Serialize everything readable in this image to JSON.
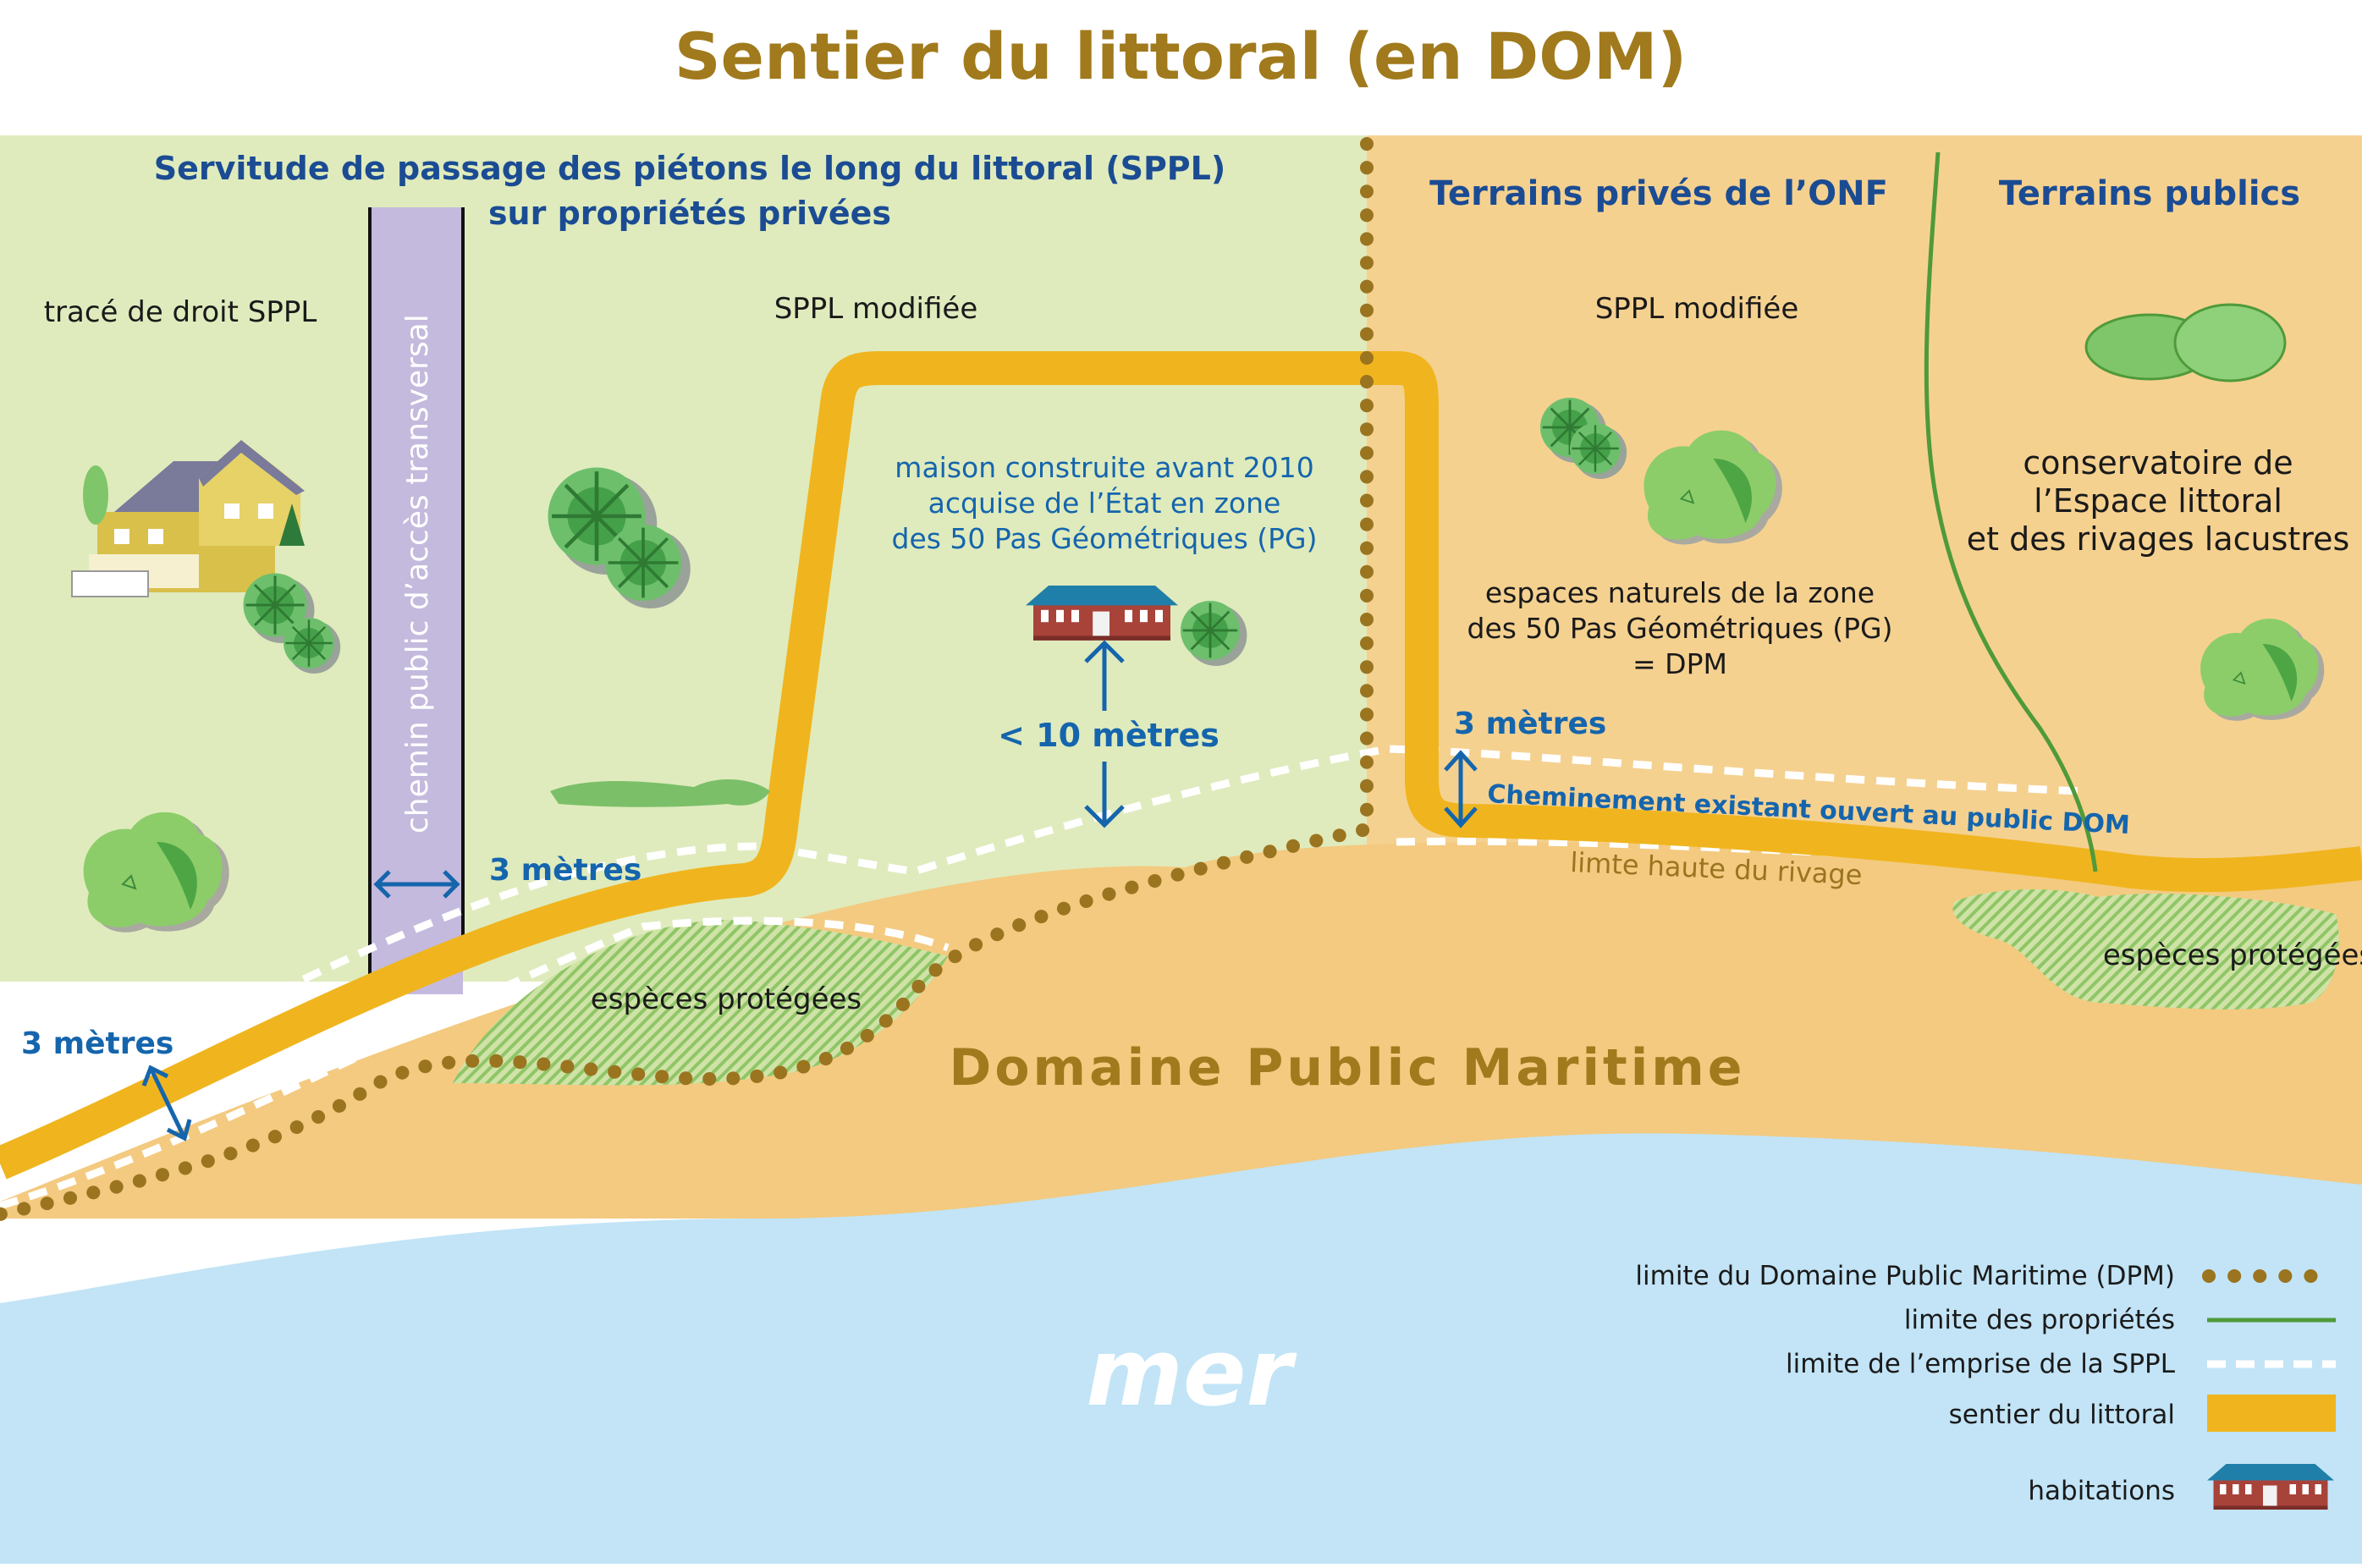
{
  "title": "Sentier du littoral (en DOM)",
  "sections": {
    "sppl_header": [
      "Servitude de passage des piétons le long du littoral (SPPL)",
      "sur propriétés privées"
    ],
    "onf_header": "Terrains privés de l’ONF",
    "public_header": "Terrains publics"
  },
  "labels": {
    "trace_droit": "tracé de droit SPPL",
    "sppl_modifiee_1": "SPPL modifiée",
    "sppl_modifiee_2": "SPPL modifiée",
    "chemin_public": "chemin public d’accès transversal",
    "maison_construite": [
      "maison construite avant 2010",
      "acquise de l’État en zone",
      "des 50 Pas Géométriques (PG)"
    ],
    "espaces_naturels": [
      "espaces naturels de la zone",
      "des 50 Pas Géométriques (PG)",
      "= DPM"
    ],
    "conservatoire": [
      "conservatoire de",
      "l’Espace littoral",
      "et des rivages lacustres"
    ],
    "moins_10_metres": "< 10 mètres",
    "trois_metres_a": "3 mètres",
    "trois_metres_b": "3 mètres",
    "trois_metres_c": "3 mètres",
    "cheminement": "Cheminement existant ouvert au public DOM",
    "limite_haute": "limte haute du rivage",
    "especes_1": "espèces protégées",
    "especes_2": "espèces protégées",
    "domaine_public": "Domaine Public Maritime",
    "mer": "mer"
  },
  "legend": [
    {
      "label": "limite du Domaine Public Maritime (DPM)",
      "symbol": "dotted-brown-line"
    },
    {
      "label": "limite des propriétés",
      "symbol": "green-line"
    },
    {
      "label": "limite de l’emprise de la SPPL",
      "symbol": "white-dashed-line"
    },
    {
      "label": "sentier du littoral",
      "symbol": "yellow-band"
    },
    {
      "label": "habitations",
      "symbol": "house-icon"
    }
  ],
  "colors": {
    "title": "#a07a1c",
    "header_blue": "#1b4c93",
    "meas_blue": "#1565ad",
    "land_green": "#dfebbd",
    "land_orange": "#f5d190",
    "beach": "#f3ca80",
    "sea": "#c2e4f6",
    "path_yellow": "#f0b51e",
    "dpm_brown": "#9b7420",
    "property_green": "#4f9a3a",
    "corridor_lilac": "#c4badd"
  }
}
